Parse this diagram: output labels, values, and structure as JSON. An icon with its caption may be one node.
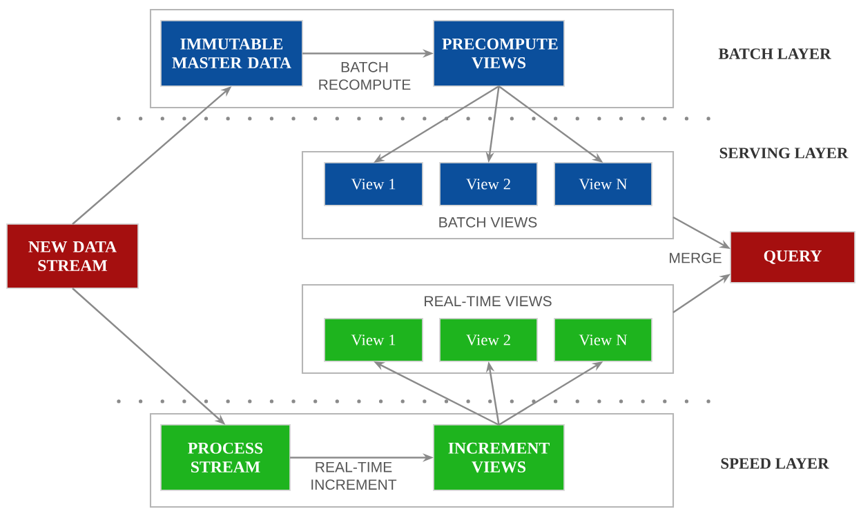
{
  "diagram": {
    "nodes": [
      {
        "text": [],
        "shape": "box"
      },
      {
        "text": [
          "IMMUTABLE MASTER DATA"
        ],
        "in": 0
      },
      {
        "text": [
          "PRECOMPUTE VIEWS"
        ],
        "in": 0
      },
      {
        "text": [
          "BATCH VIEWS"
        ]
      },
      {
        "text": [
          "View 1"
        ],
        "in": 3
      },
      {
        "text": [
          "View 2"
        ],
        "in": 3
      },
      {
        "text": [
          "View N"
        ],
        "in": 3
      },
      {
        "text": [
          "NEW DATA STREAM"
        ]
      },
      {
        "text": [
          "QUERY"
        ]
      },
      {
        "text": [
          "REAL-TIME VIEWS"
        ]
      },
      {
        "text": [
          "View 1"
        ],
        "in": 9
      },
      {
        "text": [
          "View 2"
        ],
        "in": 9
      },
      {
        "text": [
          "View N"
        ],
        "in": 9
      },
      {
        "text": [],
        "shape": "box"
      },
      {
        "text": [
          "PROCESS STREAM"
        ],
        "in": 13
      },
      {
        "text": [
          "INCREMENT VIEWS"
        ],
        "in": 13
      }
    ],
    "edges": [
      {
        "from": 1,
        "to": 2,
        "arrow": "to",
        "label": "BATCH RECOMPUTE"
      },
      {
        "from": 2,
        "to": 4,
        "arrow": "to"
      },
      {
        "from": 2,
        "to": 5,
        "arrow": "to"
      },
      {
        "from": 2,
        "to": 6,
        "arrow": "to"
      },
      {
        "from": 7,
        "to": 1,
        "arrow": "to"
      },
      {
        "from": 7,
        "to": 14,
        "arrow": "to"
      },
      {
        "from": 3,
        "to": 8,
        "arrow": "to"
      },
      {
        "from": 9,
        "to": 8,
        "arrow": "to"
      },
      {
        "from": 14,
        "to": 15,
        "arrow": "to",
        "label": "REAL-TIME INCREMENT"
      },
      {
        "from": 15,
        "to": 10,
        "arrow": "to"
      },
      {
        "from": 15,
        "to": 11,
        "arrow": "to"
      },
      {
        "from": 15,
        "to": 12,
        "arrow": "to"
      }
    ],
    "labels": [
      "BATCH LAYER",
      "SERVING LAYER",
      "MERGE",
      "SPEED LAYER"
    ]
  }
}
